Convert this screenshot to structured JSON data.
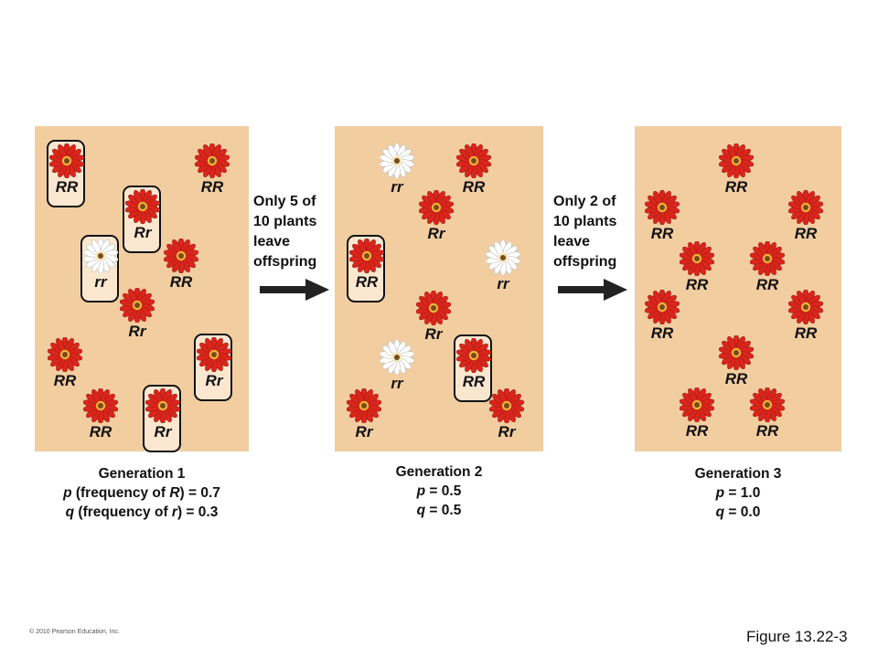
{
  "colors": {
    "panel": "#f2cda0",
    "red_petal": "#d9261c",
    "white_petal": "#ffffff",
    "flower_center": "#7a4a1c"
  },
  "notes": [
    {
      "text": "Only 5 of\n10 plants\nleave\noffspring"
    },
    {
      "text": "Only 2 of\n10 plants\nleave\noffspring"
    }
  ],
  "generations": [
    {
      "label": "Generation 1",
      "p_line": {
        "var": "p",
        "pre": " (frequency of ",
        "allele": "R",
        "post": ") = 0.7"
      },
      "q_line": {
        "var": "q",
        "pre": " (frequency of ",
        "allele": "r",
        "post": ") = 0.3"
      },
      "plants": [
        {
          "genotype": "RR",
          "color": "red",
          "survivor": true
        },
        {
          "genotype": "RR",
          "color": "red",
          "survivor": false
        },
        {
          "genotype": "Rr",
          "color": "red",
          "survivor": true
        },
        {
          "genotype": "rr",
          "color": "white",
          "survivor": true
        },
        {
          "genotype": "RR",
          "color": "red",
          "survivor": false
        },
        {
          "genotype": "Rr",
          "color": "red",
          "survivor": false
        },
        {
          "genotype": "RR",
          "color": "red",
          "survivor": false
        },
        {
          "genotype": "Rr",
          "color": "red",
          "survivor": true
        },
        {
          "genotype": "RR",
          "color": "red",
          "survivor": false
        },
        {
          "genotype": "Rr",
          "color": "red",
          "survivor": true
        }
      ]
    },
    {
      "label": "Generation 2",
      "p_line": {
        "var": "p",
        "pre": "",
        "allele": "",
        "post": " = 0.5"
      },
      "q_line": {
        "var": "q",
        "pre": "",
        "allele": "",
        "post": " = 0.5"
      },
      "plants": [
        {
          "genotype": "rr",
          "color": "white",
          "survivor": false
        },
        {
          "genotype": "RR",
          "color": "red",
          "survivor": false
        },
        {
          "genotype": "Rr",
          "color": "red",
          "survivor": false
        },
        {
          "genotype": "rr",
          "color": "white",
          "survivor": false
        },
        {
          "genotype": "RR",
          "color": "red",
          "survivor": true
        },
        {
          "genotype": "Rr",
          "color": "red",
          "survivor": false
        },
        {
          "genotype": "rr",
          "color": "white",
          "survivor": false
        },
        {
          "genotype": "RR",
          "color": "red",
          "survivor": true
        },
        {
          "genotype": "Rr",
          "color": "red",
          "survivor": false
        },
        {
          "genotype": "Rr",
          "color": "red",
          "survivor": false
        }
      ]
    },
    {
      "label": "Generation 3",
      "p_line": {
        "var": "p",
        "pre": "",
        "allele": "",
        "post": " = 1.0"
      },
      "q_line": {
        "var": "q",
        "pre": "",
        "allele": "",
        "post": " = 0.0"
      },
      "plants": [
        {
          "genotype": "RR",
          "color": "red",
          "survivor": false
        },
        {
          "genotype": "RR",
          "color": "red",
          "survivor": false
        },
        {
          "genotype": "RR",
          "color": "red",
          "survivor": false
        },
        {
          "genotype": "RR",
          "color": "red",
          "survivor": false
        },
        {
          "genotype": "RR",
          "color": "red",
          "survivor": false
        },
        {
          "genotype": "RR",
          "color": "red",
          "survivor": false
        },
        {
          "genotype": "RR",
          "color": "red",
          "survivor": false
        },
        {
          "genotype": "RR",
          "color": "red",
          "survivor": false
        },
        {
          "genotype": "RR",
          "color": "red",
          "survivor": false
        },
        {
          "genotype": "RR",
          "color": "red",
          "survivor": false
        }
      ]
    }
  ],
  "copyright": "© 2010 Pearson Education, Inc.",
  "figure_label": "Figure 13.22-3"
}
